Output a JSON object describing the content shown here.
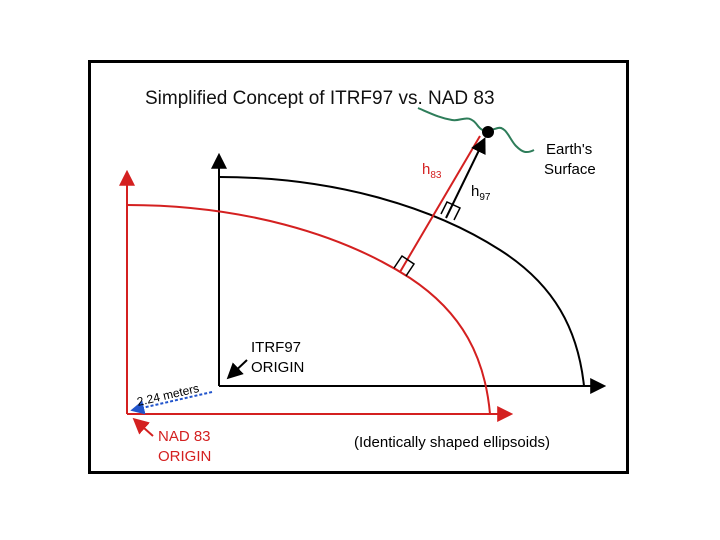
{
  "title": "Simplified Concept of ITRF97 vs. NAD 83",
  "labels": {
    "h83_base": "h",
    "h83_sub": "83",
    "h97_base": "h",
    "h97_sub": "97",
    "earth_surface_line1": "Earth's",
    "earth_surface_line2": "Surface",
    "itrf_origin_line1": "ITRF97",
    "itrf_origin_line2": "ORIGIN",
    "nad_origin_line1": "NAD 83",
    "nad_origin_line2": "ORIGIN",
    "offset": "2.24 meters",
    "note": "(Identically shaped ellipsoids)"
  },
  "colors": {
    "nad83": "#d42020",
    "itrf97": "#000000",
    "offset": "#2255cc",
    "surface": "#2e7d5a"
  }
}
